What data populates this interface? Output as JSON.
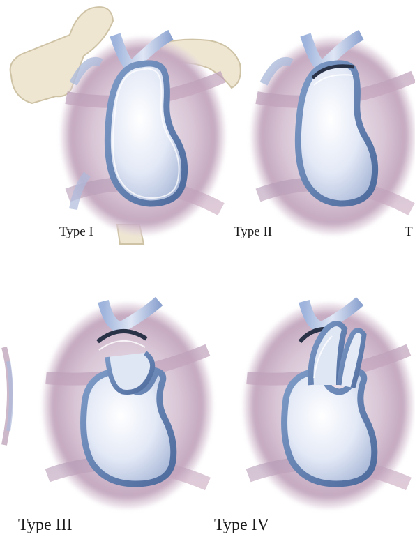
{
  "figure": {
    "panels": [
      {
        "label": "Type I"
      },
      {
        "label": "Type II"
      },
      {
        "label": "Type III"
      },
      {
        "label": "Type IV"
      }
    ],
    "cropped_label_fragment": "T"
  },
  "colors": {
    "bone": "#efe6d2",
    "bone_edge": "#cfc3a6",
    "glenoid_fill": "#e6ecf7",
    "glenoid_rim": "#6f8bb8",
    "labrum_dark": "#2a3248",
    "muscle_purple": "#b79ab0",
    "muscle_blue": "#aebbdb",
    "caption_text": "#1a1a1a"
  }
}
